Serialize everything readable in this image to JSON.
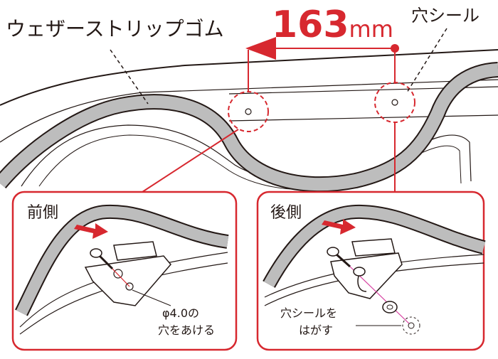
{
  "labels": {
    "weatherstrip": "ウェザーストリップゴム",
    "hole_seal": "穴シール",
    "dimension_value": "163",
    "dimension_unit": "mm"
  },
  "detail_front": {
    "title": "前側",
    "note_line1": "φ4.0の",
    "note_line2": "穴をあける"
  },
  "detail_rear": {
    "title": "後側",
    "note_line1": "穴シールを",
    "note_line2": "はがす"
  },
  "colors": {
    "accent_red": "#d7282f",
    "line": "#231815",
    "body_fill": "#ffffff",
    "strip_fill": "#bdbdbd"
  }
}
